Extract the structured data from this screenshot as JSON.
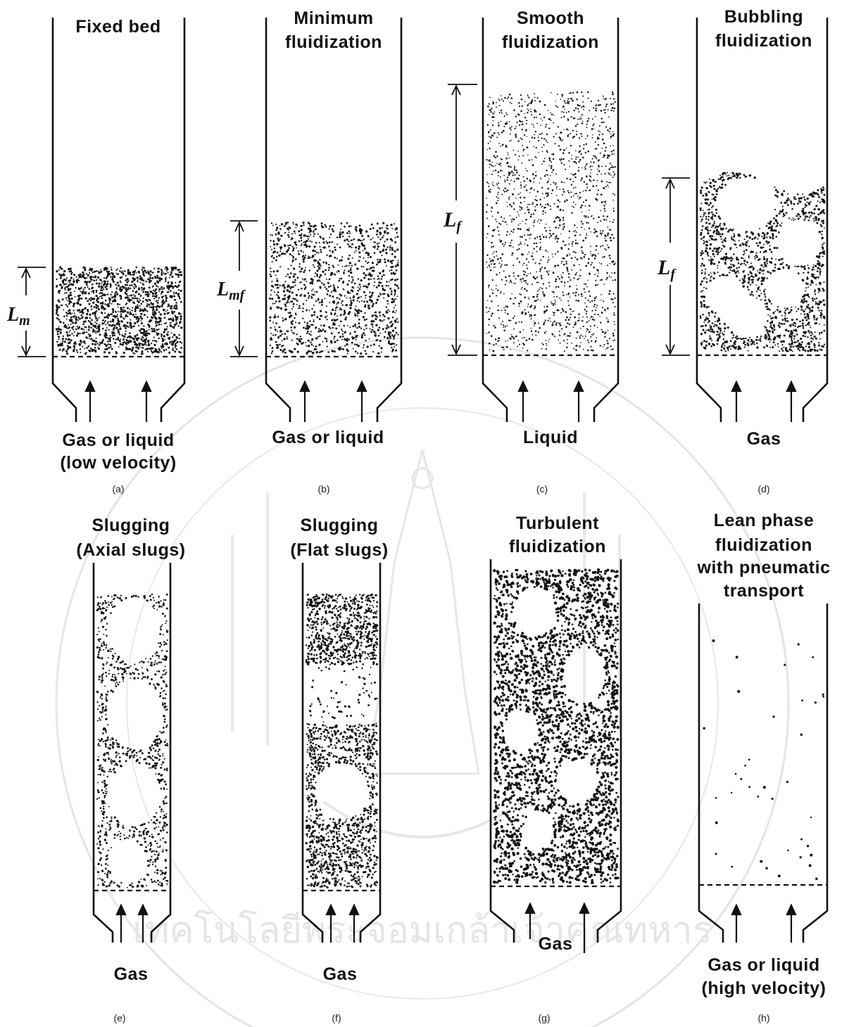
{
  "watermark": {
    "text": "เทคโนโลยีพระจอมเกล้าเจ้าคุณทหาร",
    "color": "#c8c8c8"
  },
  "panels": [
    {
      "id": "a",
      "title_lines": [
        "Fixed bed"
      ],
      "flow_lines": [
        "Gas or liquid",
        "(low velocity)"
      ],
      "caption": "(a)",
      "height_label": "Lm",
      "particle_state": "packed"
    },
    {
      "id": "b",
      "title_lines": [
        "Minimum",
        "fluidization"
      ],
      "flow_lines": [
        "Gas or liquid"
      ],
      "caption": "(b)",
      "height_label": "Lmf",
      "particle_state": "minimum-fluidized"
    },
    {
      "id": "c",
      "title_lines": [
        "Smooth",
        "fluidization"
      ],
      "flow_lines": [
        "Liquid"
      ],
      "caption": "(c)",
      "height_label": "Lf",
      "particle_state": "expanded"
    },
    {
      "id": "d",
      "title_lines": [
        "Bubbling",
        "fluidization"
      ],
      "flow_lines": [
        "Gas"
      ],
      "caption": "(d)",
      "height_label": "Lf",
      "particle_state": "bubbling"
    },
    {
      "id": "e",
      "title_lines": [
        "Slugging",
        "(Axial slugs)"
      ],
      "flow_lines": [
        "Gas"
      ],
      "caption": "(e)",
      "height_label": "",
      "particle_state": "axial-slugs"
    },
    {
      "id": "f",
      "title_lines": [
        "Slugging",
        "(Flat slugs)"
      ],
      "flow_lines": [
        "Gas"
      ],
      "caption": "(f)",
      "height_label": "",
      "particle_state": "flat-slugs"
    },
    {
      "id": "g",
      "title_lines": [
        "Turbulent",
        "fluidization"
      ],
      "flow_lines": [
        "Gas"
      ],
      "caption": "(g)",
      "height_label": "",
      "particle_state": "turbulent"
    },
    {
      "id": "h",
      "title_lines": [
        "Lean phase",
        "fluidization",
        "with pneumatic",
        "transport"
      ],
      "flow_lines": [
        "Gas or liquid",
        "(high velocity)"
      ],
      "caption": "(h)",
      "height_label": "",
      "particle_state": "lean"
    }
  ]
}
